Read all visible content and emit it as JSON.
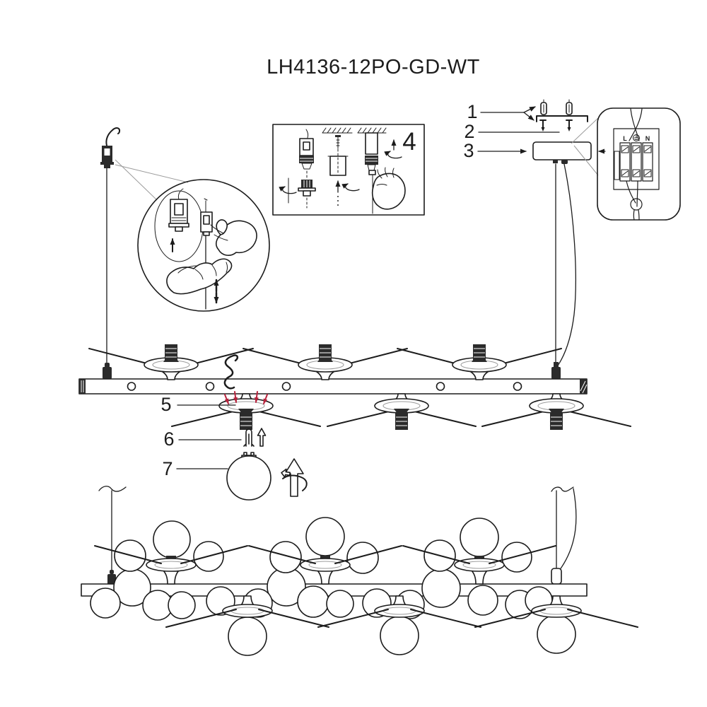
{
  "title": "LH4136-12PO-GD-WT",
  "callouts": {
    "n1": "1",
    "n2": "2",
    "n3": "3",
    "n4": "4",
    "n5": "5",
    "n6": "6",
    "n7": "7"
  },
  "wiring_inset": {
    "terminal_left": "L",
    "terminal_right": "N",
    "earth_symbol": "ground-icon"
  },
  "colors": {
    "line": "#1c1c1c",
    "leader": "#9b9b9b",
    "accent_red": "#b7233d",
    "background": "#ffffff",
    "fill_dark": "#2b2b2b"
  }
}
